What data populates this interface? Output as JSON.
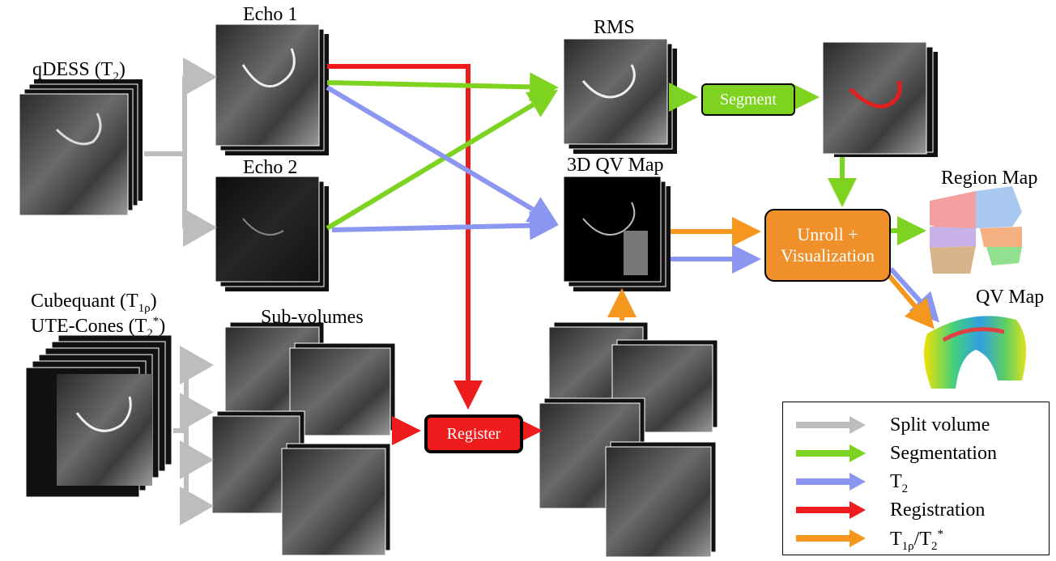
{
  "labels": {
    "qdess": "qDESS (T",
    "qdess_sub": "2",
    "qdess_end": ")",
    "echo1": "Echo 1",
    "echo2": "Echo 2",
    "rms": "RMS",
    "qv3d": "3D QV Map",
    "region_map": "Region Map",
    "qv_map": "QV Map",
    "cubequant": "Cubequant (T",
    "cubequant_sub": "1ρ",
    "cubequant_end": ")",
    "ute": "UTE-Cones (T",
    "ute_sub": "2",
    "ute_sup": "*",
    "ute_end": ")",
    "subvolumes": "Sub-volumes"
  },
  "boxes": {
    "segment": "Segment",
    "register": "Register",
    "unroll_line1": "Unroll +",
    "unroll_line2": "Visualization"
  },
  "legend": [
    {
      "label": "Split volume",
      "color": "#bdbdbd"
    },
    {
      "label": "Segmentation",
      "color": "#7ed321"
    },
    {
      "label": "T",
      "sub": "2",
      "color": "#8a96f0"
    },
    {
      "label": "Registration",
      "color": "#ee1c1c"
    },
    {
      "label": "T",
      "sub": "1ρ",
      "mid": "/T",
      "sub2": "2",
      "sup2": "*",
      "color": "#f5961e"
    }
  ],
  "colors": {
    "split": "#bdbdbd",
    "segmentation": "#7ed321",
    "t2": "#8a96f0",
    "registration": "#ee1c1c",
    "t1rho": "#f5961e",
    "segment_box": "#7ed321",
    "register_box": "#ee1c1c",
    "unroll_box": "#f0902a"
  }
}
